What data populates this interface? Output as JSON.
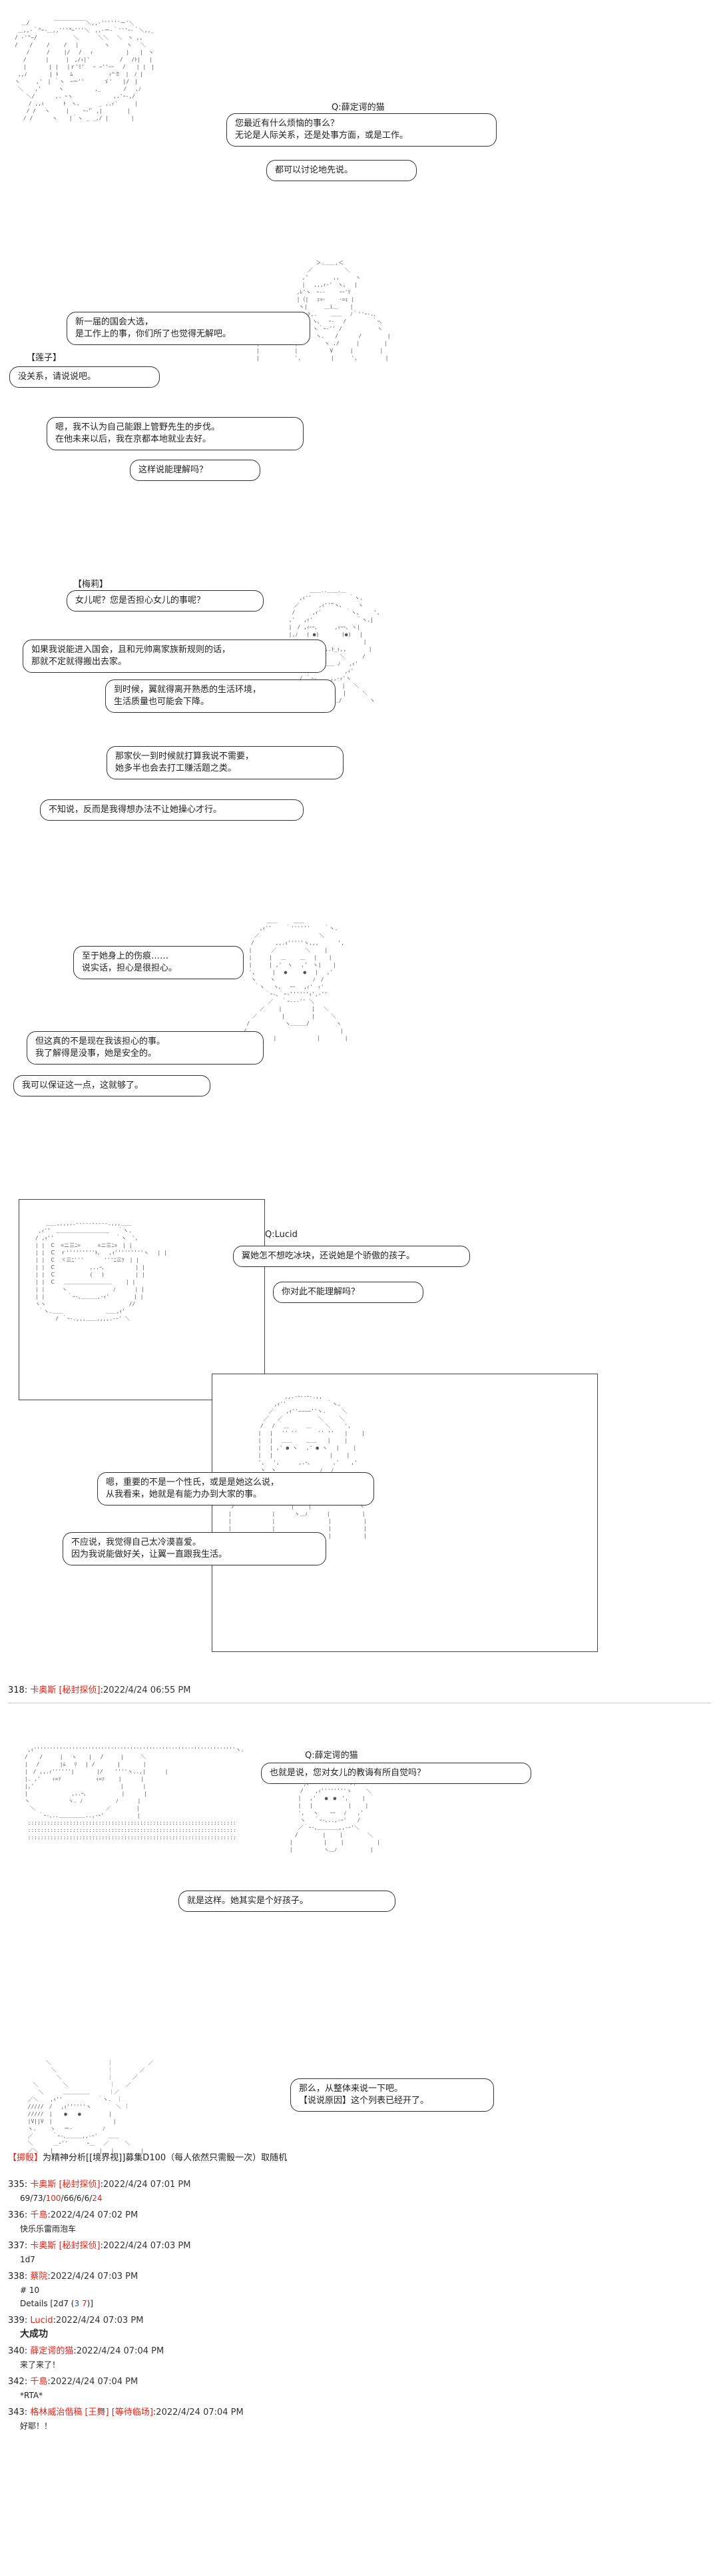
{
  "scenes": [
    {
      "tag": "Q:薛定谔的猫",
      "bubbles": [
        "您最近有什么烦恼的事么？\n无论是人际关系，还是处事方面，或是工作。",
        "都可以讨论地先说。"
      ]
    },
    {
      "tag": "【莲子】",
      "bubbles": [
        "新一届的国会大选，\n是工作上的事，你们所了也觉得无解吧。",
        "没关系，请说说吧。",
        "嗯，我不认为自己能跟上管野先生的步伐。\n在他未来以后，我在京都本地就业去好。",
        "这样说能理解吗？"
      ]
    },
    {
      "tag": "【梅莉】",
      "bubbles": [
        "女儿呢？您是否担心女儿的事呢？",
        "如果我说能进入国会，且和元帅离家族新规则的话，\n那就不定就得搬出去家。",
        "到时候，翼就得离开熟悉的生活环境，\n生活质量也可能会下降。",
        "那家伙一到时候就打算我说不需要，\n她多半也会去打工赚活题之类。",
        "不知说，反而是我得想办法不让她操心才行。"
      ]
    },
    {
      "bubbles": [
        "至于她身上的伤痕……\n说实话，担心是很担心。",
        "但这真的不是现在我该担心的事。\n我了解得是没事，她是安全的。",
        "我可以保证这一点，这就够了。"
      ]
    },
    {
      "tag": "Q:Lucid",
      "bubbles": [
        "翼她怎不想吃冰块，还说她是个骄傲的孩子。",
        "你对此不能理解吗？",
        "嗯，重要的不是一个性氏，或是是她这么说，\n从我看来，她就是有能力办到大家的事。",
        "不应说，我觉得自己太冷漠喜爱。\n因为我说能做好关，让翼一直跟我生活。"
      ]
    },
    {
      "tag": "Q:薛定谔的猫",
      "bubbles": [
        "也就是说，您对女儿的教诲有所自觉吗？",
        "就是这样。她其实是个好孩子。"
      ]
    },
    {
      "bubbles": [
        "那么，从整体来说一下吧。\n【说说原因】这个列表已经开了。"
      ]
    }
  ],
  "post_318": {
    "number": "318",
    "name": "卡奥斯 [秘封探侦]",
    "datetime": "2022/4/24 06:55 PM"
  },
  "announcement": {
    "label": "【掷骰】",
    "text": "为精神分析[[境界视]]募集D100（每人依然只需骰一次）取随机"
  },
  "posts": [
    {
      "number": "335",
      "name": "卡奥斯 [秘封探侦]",
      "datetime": "2022/4/24 07:01 PM",
      "body_pre": "69/73/",
      "body_red": "100",
      "body_post": "/66/6/6/",
      "body_red2": "24"
    },
    {
      "number": "336",
      "name": "千島",
      "datetime": "2022/4/24 07:02 PM",
      "body": "快乐乐雷雨泡车"
    },
    {
      "number": "337",
      "name": "卡奥斯 [秘封探侦]",
      "datetime": "2022/4/24 07:03 PM",
      "body": "1d7"
    },
    {
      "number": "338",
      "name": "蔡院",
      "datetime": "2022/4/24 07:03 PM",
      "body": "# 10",
      "details": "Details [2d7 (",
      "dice1": "3",
      "dice2": "7",
      "details_end": ")]"
    },
    {
      "number": "339",
      "name": "Lucid",
      "datetime": "2022/4/24 07:03 PM",
      "body": "大成功"
    },
    {
      "number": "340",
      "name": "薛定谔的猫",
      "datetime": "2022/4/24 07:04 PM",
      "body": "来了来了！"
    },
    {
      "number": "342",
      "name": "千島",
      "datetime": "2022/4/24 07:04 PM",
      "body": "*RTA*"
    },
    {
      "number": "343",
      "name": "格林威治偕稿 [王舞] [等待临场]",
      "datetime": "2022/4/24 07:04 PM",
      "body": "好耶！！"
    }
  ],
  "colors": {
    "red": "#e0261b",
    "blue": "#2153c8",
    "green": "#2a9c2a"
  }
}
